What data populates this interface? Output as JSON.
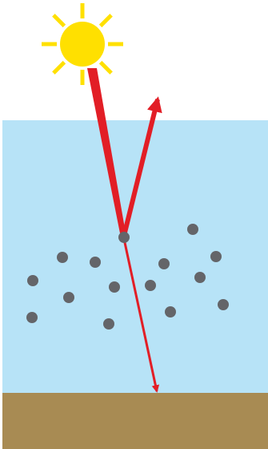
{
  "scene": {
    "elements": [
      "sun-icon",
      "water-body",
      "seabed",
      "incoming-light-ray",
      "reflected-light-ray",
      "transmitted-light-ray",
      "suspended-particles"
    ],
    "colors": {
      "sky": "#ffffff",
      "water": "#b7e3f7",
      "seabed": "#a88b53",
      "sun": "#ffe000",
      "ray": "#e21e26",
      "particle": "#646569"
    }
  }
}
